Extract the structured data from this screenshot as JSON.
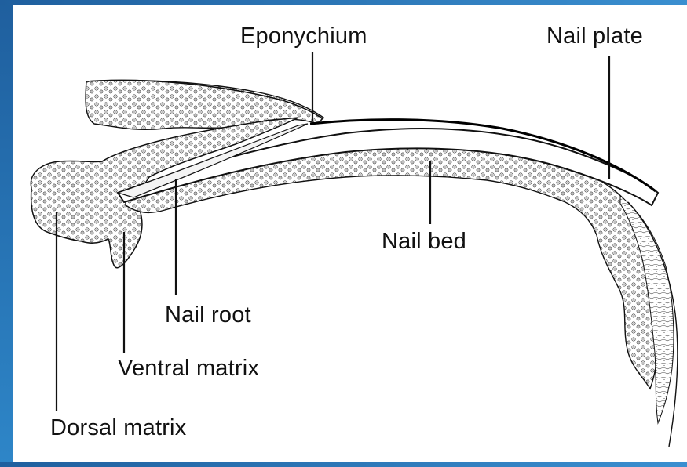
{
  "diagram": {
    "labels": {
      "eponychium": "Eponychium",
      "nail_plate": "Nail plate",
      "nail_bed": "Nail bed",
      "nail_root": "Nail root",
      "ventral_matrix": "Ventral matrix",
      "dorsal_matrix": "Dorsal matrix"
    },
    "colors": {
      "frame": "#2a74b6",
      "background": "#ffffff",
      "ink": "#111111"
    }
  }
}
